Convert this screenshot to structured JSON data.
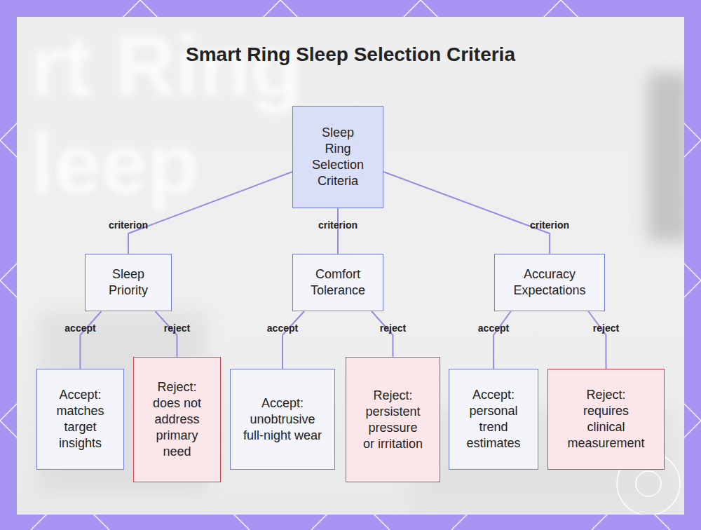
{
  "diagram": {
    "title": "Smart Ring Sleep Selection Criteria",
    "nodes": [
      {
        "text": [
          "Sleep Ring Selection Criteria"
        ]
      },
      {
        "text": [
          "Sleep Priority"
        ]
      },
      {
        "text": [
          "Comfort Tolerance"
        ]
      },
      {
        "text": [
          "Accuracy Expectations"
        ]
      },
      {
        "text": [
          "Accept: matches target insights"
        ]
      },
      {
        "text": [
          "Reject: does not address primary need"
        ]
      },
      {
        "text": [
          "Accept: unobtrusive full-night wear"
        ]
      },
      {
        "text": [
          "Reject: persistent pressure or irritation"
        ]
      },
      {
        "text": [
          "Accept: personal trend estimates"
        ]
      },
      {
        "text": [
          "Reject: requires clinical measurement"
        ]
      }
    ],
    "edges": [
      {
        "from": 0,
        "to": 1,
        "label": "criterion",
        "arrow": "none"
      },
      {
        "from": 0,
        "to": 2,
        "label": "criterion",
        "arrow": "none"
      },
      {
        "from": 0,
        "to": 3,
        "label": "criterion",
        "arrow": "none"
      },
      {
        "from": 1,
        "to": 4,
        "label": "accept",
        "arrow": "none"
      },
      {
        "from": 1,
        "to": 5,
        "label": "reject",
        "arrow": "none"
      },
      {
        "from": 2,
        "to": 6,
        "label": "accept",
        "arrow": "none"
      },
      {
        "from": 2,
        "to": 7,
        "label": "reject",
        "arrow": "none"
      },
      {
        "from": 3,
        "to": 8,
        "label": "accept",
        "arrow": "none"
      },
      {
        "from": 3,
        "to": 9,
        "label": "reject",
        "arrow": "none"
      }
    ],
    "labels": [
      "rt Ring",
      "leep"
    ]
  }
}
